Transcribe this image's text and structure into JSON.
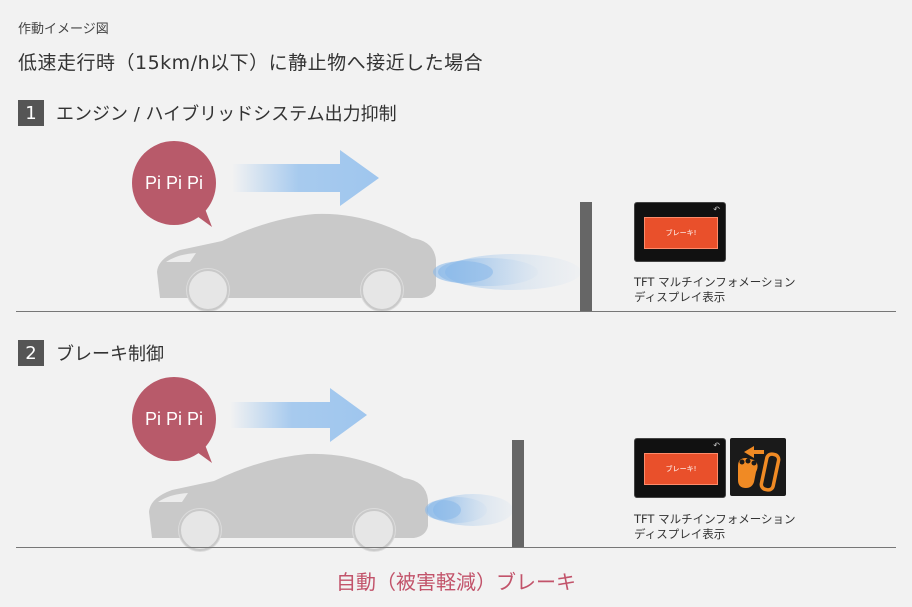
{
  "header": {
    "caption": "作動イメージ図",
    "subtitle": "低速走行時（15km/h以下）に静止物へ接近した場合"
  },
  "steps": [
    {
      "number": "1",
      "label": "エンジン / ハイブリッドシステム出力抑制",
      "bubble": "Pi Pi Pi",
      "display_text": "ブレーキ!",
      "display_caption_1": "TFT マルチインフォメーション",
      "display_caption_2": "ディスプレイ表示"
    },
    {
      "number": "2",
      "label": "ブレーキ制御",
      "bubble": "Pi Pi Pi",
      "display_text": "ブレーキ!",
      "display_caption_1": "TFT マルチインフォメーション",
      "display_caption_2": "ディスプレイ表示"
    }
  ],
  "footer": {
    "label": "自動（被害軽減）ブレーキ"
  },
  "colors": {
    "bubble": "#b85a6a",
    "arrow": "#9fc6ee",
    "car": "#c9c9c9",
    "pole": "#666666",
    "alert": "#e9502b",
    "brake_icon": "#f08a24",
    "footer_text": "#c2536a"
  }
}
